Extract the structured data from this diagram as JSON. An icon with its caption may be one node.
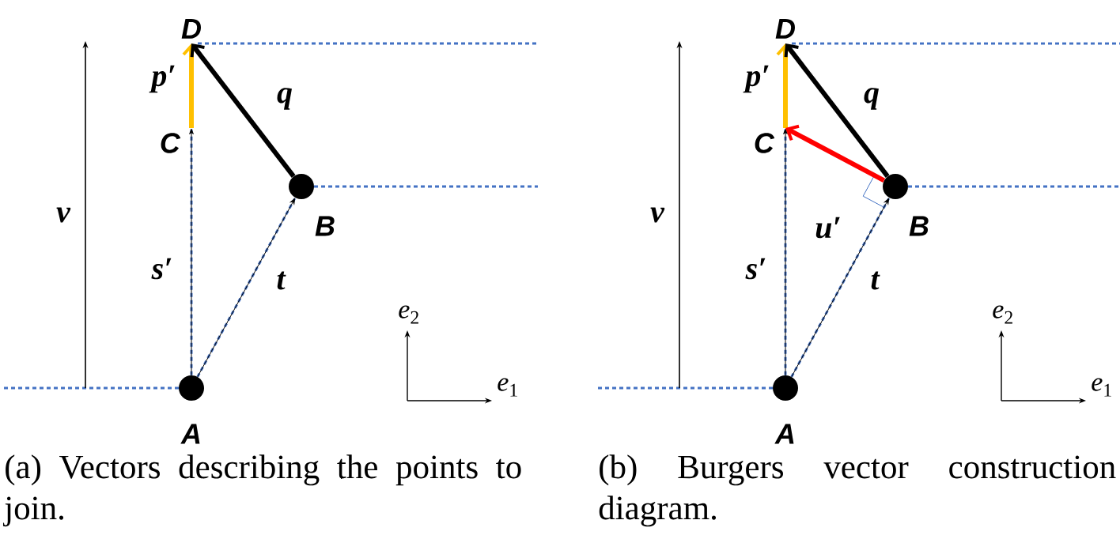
{
  "diagram": {
    "nodes": [
      {
        "text": [],
        "shape": "circle",
        "beside": [
          "A"
        ]
      },
      {
        "text": [],
        "shape": "circle",
        "beside": [
          "B"
        ]
      },
      {
        "text": [
          "C"
        ]
      },
      {
        "text": [
          "D"
        ]
      },
      {
        "text": [],
        "shape": "circle",
        "beside": [
          "A"
        ]
      },
      {
        "text": [],
        "shape": "circle",
        "beside": [
          "B"
        ]
      },
      {
        "text": [
          "C"
        ]
      },
      {
        "text": [
          "D"
        ]
      }
    ],
    "edges": [
      {
        "from": 0,
        "to": 2,
        "arrow": "to",
        "label": "s′",
        "style": "dashed"
      },
      {
        "from": 0,
        "to": 1,
        "arrow": "to",
        "label": "t",
        "style": "dashed"
      },
      {
        "from": 2,
        "to": 3,
        "arrow": "to",
        "label": "p′",
        "color": "#ffc000"
      },
      {
        "from": 1,
        "to": 3,
        "arrow": "to",
        "label": "q",
        "color": "#000000"
      },
      {
        "from": 4,
        "to": 6,
        "arrow": "to",
        "label": "s′",
        "style": "dashed"
      },
      {
        "from": 4,
        "to": 5,
        "arrow": "to",
        "label": "t",
        "style": "dashed"
      },
      {
        "from": 6,
        "to": 7,
        "arrow": "to",
        "label": "p′",
        "color": "#ffc000"
      },
      {
        "from": 5,
        "to": 7,
        "arrow": "to",
        "label": "q",
        "color": "#000000"
      },
      {
        "from": 5,
        "to": 6,
        "arrow": "to",
        "label": "u′",
        "color": "#ff0000"
      }
    ],
    "labels": [
      "v",
      "*e*$_{2}$",
      "*e*$_{1}$",
      "(a) Vectors describing the points to join.",
      "v",
      "*e*$_{2}$",
      "*e*$_{1}$",
      "(b) Burgers vector construction diagram."
    ]
  }
}
